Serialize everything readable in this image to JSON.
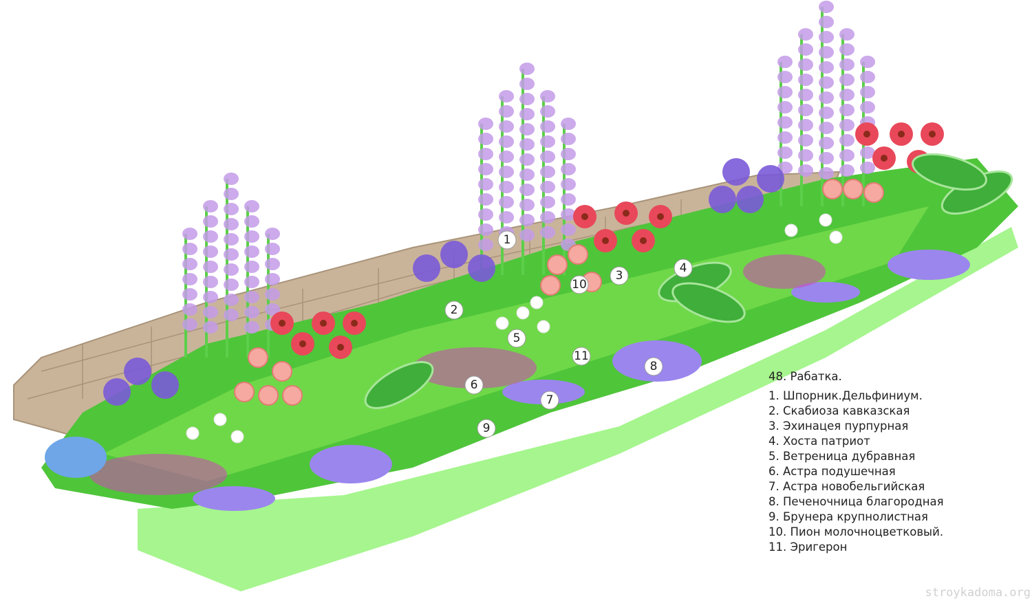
{
  "legend": {
    "title": "48. Рабатка.",
    "items": [
      "1. Шпорник.Дельфиниум.",
      "2. Скабиоза кавказская",
      "3. Эхинацея пурпурная",
      "4. Хоста патриот",
      "5. Ветреница дубравная",
      "6. Астра подушечная",
      "7. Астра новобельгийская",
      "8. Печеночница благородная",
      "9. Брунера крупнолистная",
      "10. Пион молочноцветковый.",
      "11. Эригерон"
    ]
  },
  "markers": [
    "1",
    "2",
    "3",
    "4",
    "5",
    "6",
    "7",
    "8",
    "9",
    "10",
    "11"
  ],
  "watermark": "stroykadoma.org",
  "colors": {
    "path": "#c9b49a",
    "lawn": "#a6f58e",
    "foliage": "#4fc53a",
    "delphinium": "#c39be8",
    "scabiosa": "#7a5ad8",
    "echinacea": "#e8485a",
    "aster": "#9b86ee",
    "peony": "#f5a9a0"
  }
}
